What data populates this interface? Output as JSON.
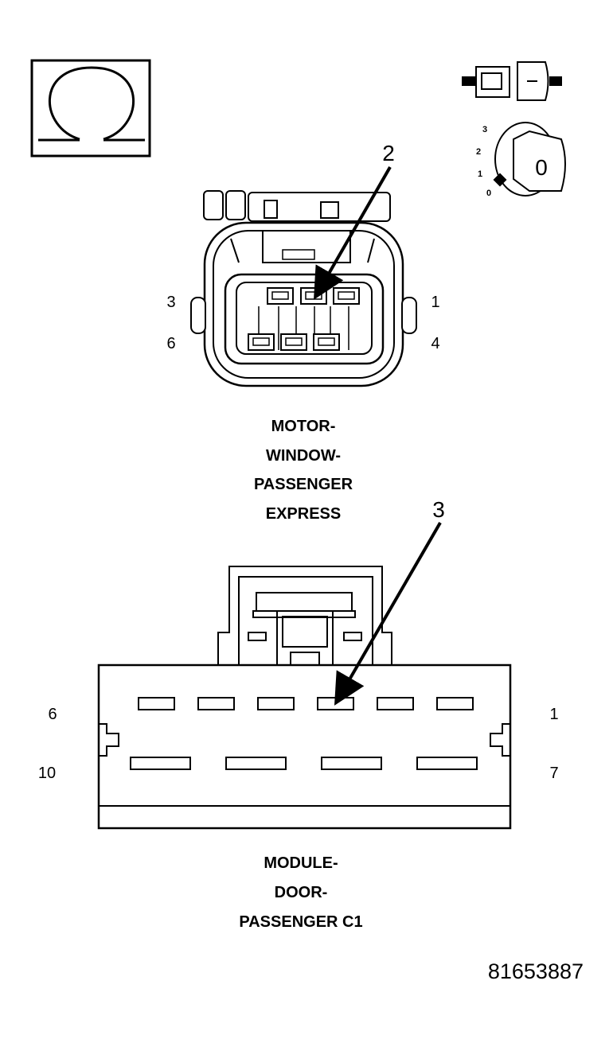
{
  "ohmmeter_icon": {
    "symbol": "Ω",
    "icon": "ohmmeter-icon"
  },
  "ignition": {
    "positions": [
      "3",
      "2",
      "1",
      "0"
    ],
    "key_label": "0",
    "icons": [
      "disconnected-connector-icon",
      "ignition-switch-icon"
    ]
  },
  "connector_top": {
    "callout": "2",
    "pins": {
      "top_left": "3",
      "top_right": "1",
      "bottom_left": "6",
      "bottom_right": "4"
    },
    "title_lines": [
      "MOTOR-",
      "WINDOW-",
      "PASSENGER",
      "EXPRESS"
    ]
  },
  "connector_bottom": {
    "callout": "3",
    "pins": {
      "top_left": "6",
      "top_right": "1",
      "bottom_left": "10",
      "bottom_right": "7"
    },
    "title_lines": [
      "MODULE-",
      "DOOR-",
      "PASSENGER C1"
    ]
  },
  "reference_number": "81653887"
}
